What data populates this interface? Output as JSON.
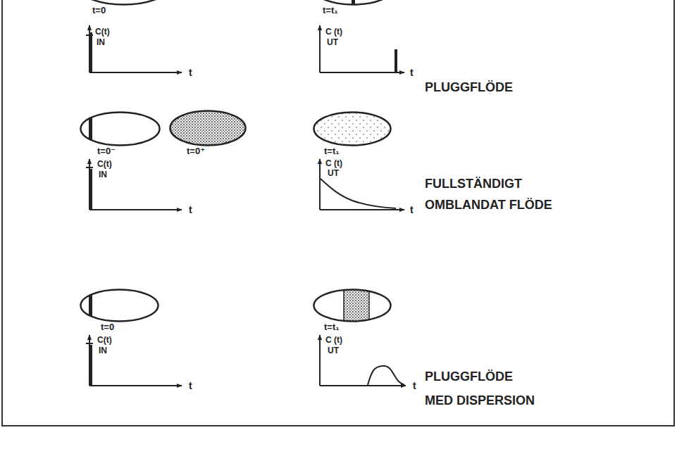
{
  "diagram": {
    "nodes": [
      {
        "text": [
          "t=0"
        ]
      },
      {
        "text": [
          "t=t₁"
        ]
      },
      {
        "text": [
          "t=0⁻"
        ]
      },
      {
        "text": [
          "t=0⁺"
        ]
      },
      {
        "text": [
          "t=t₁"
        ]
      },
      {
        "text": [
          "t=0"
        ]
      },
      {
        "text": [
          "t=t₁"
        ]
      }
    ],
    "labels": [
      "C(t)",
      "IN",
      "t",
      "C (t)",
      "UT",
      "t",
      "PLUGGFLÖDE",
      "C(t)",
      "IN",
      "t",
      "C (t)",
      "UT",
      "t",
      "FULLSTÄNDIGT OMBLANDAT FLÖDE",
      "C(t)",
      "IN",
      "t",
      "C (t)",
      "UT",
      "t",
      "PLUGGFLÖDE MED DISPERSION"
    ]
  }
}
